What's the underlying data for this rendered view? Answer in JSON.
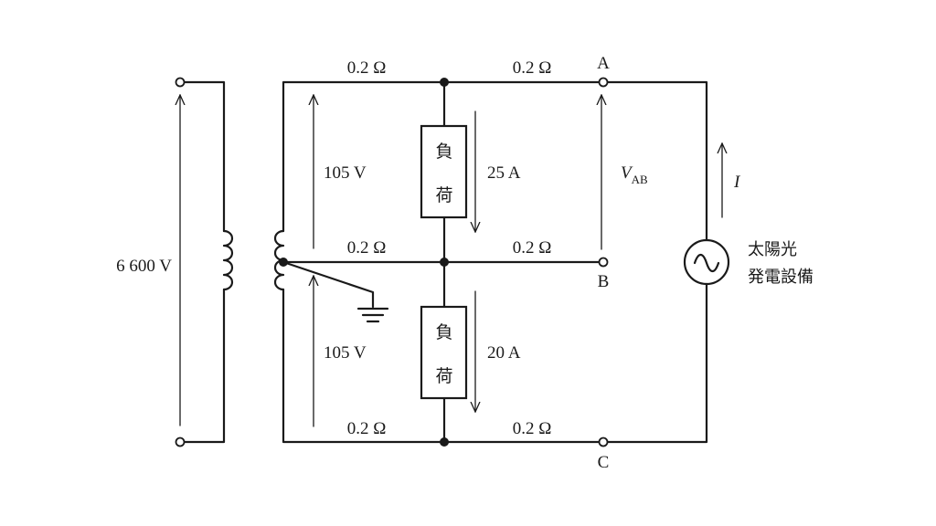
{
  "primary": {
    "voltage_label": "6 600 V"
  },
  "secondary": {
    "upper_voltage_label": "105 V",
    "lower_voltage_label": "105 V"
  },
  "resistances": {
    "upper_left": "0.2 Ω",
    "upper_right": "0.2 Ω",
    "middle_left": "0.2 Ω",
    "middle_right": "0.2 Ω",
    "lower_left": "0.2 Ω",
    "lower_right": "0.2 Ω"
  },
  "loads": {
    "upper": {
      "char1": "負",
      "char2": "荷",
      "current_label": "25 A"
    },
    "lower": {
      "char1": "負",
      "char2": "荷",
      "current_label": "20 A"
    }
  },
  "terminals": {
    "a": "A",
    "b": "B",
    "c": "C"
  },
  "vab": {
    "symbol": "V",
    "subscript": "AB"
  },
  "current": {
    "symbol": "I"
  },
  "solar": {
    "line1": "太陽光",
    "line2": "発電設備"
  }
}
